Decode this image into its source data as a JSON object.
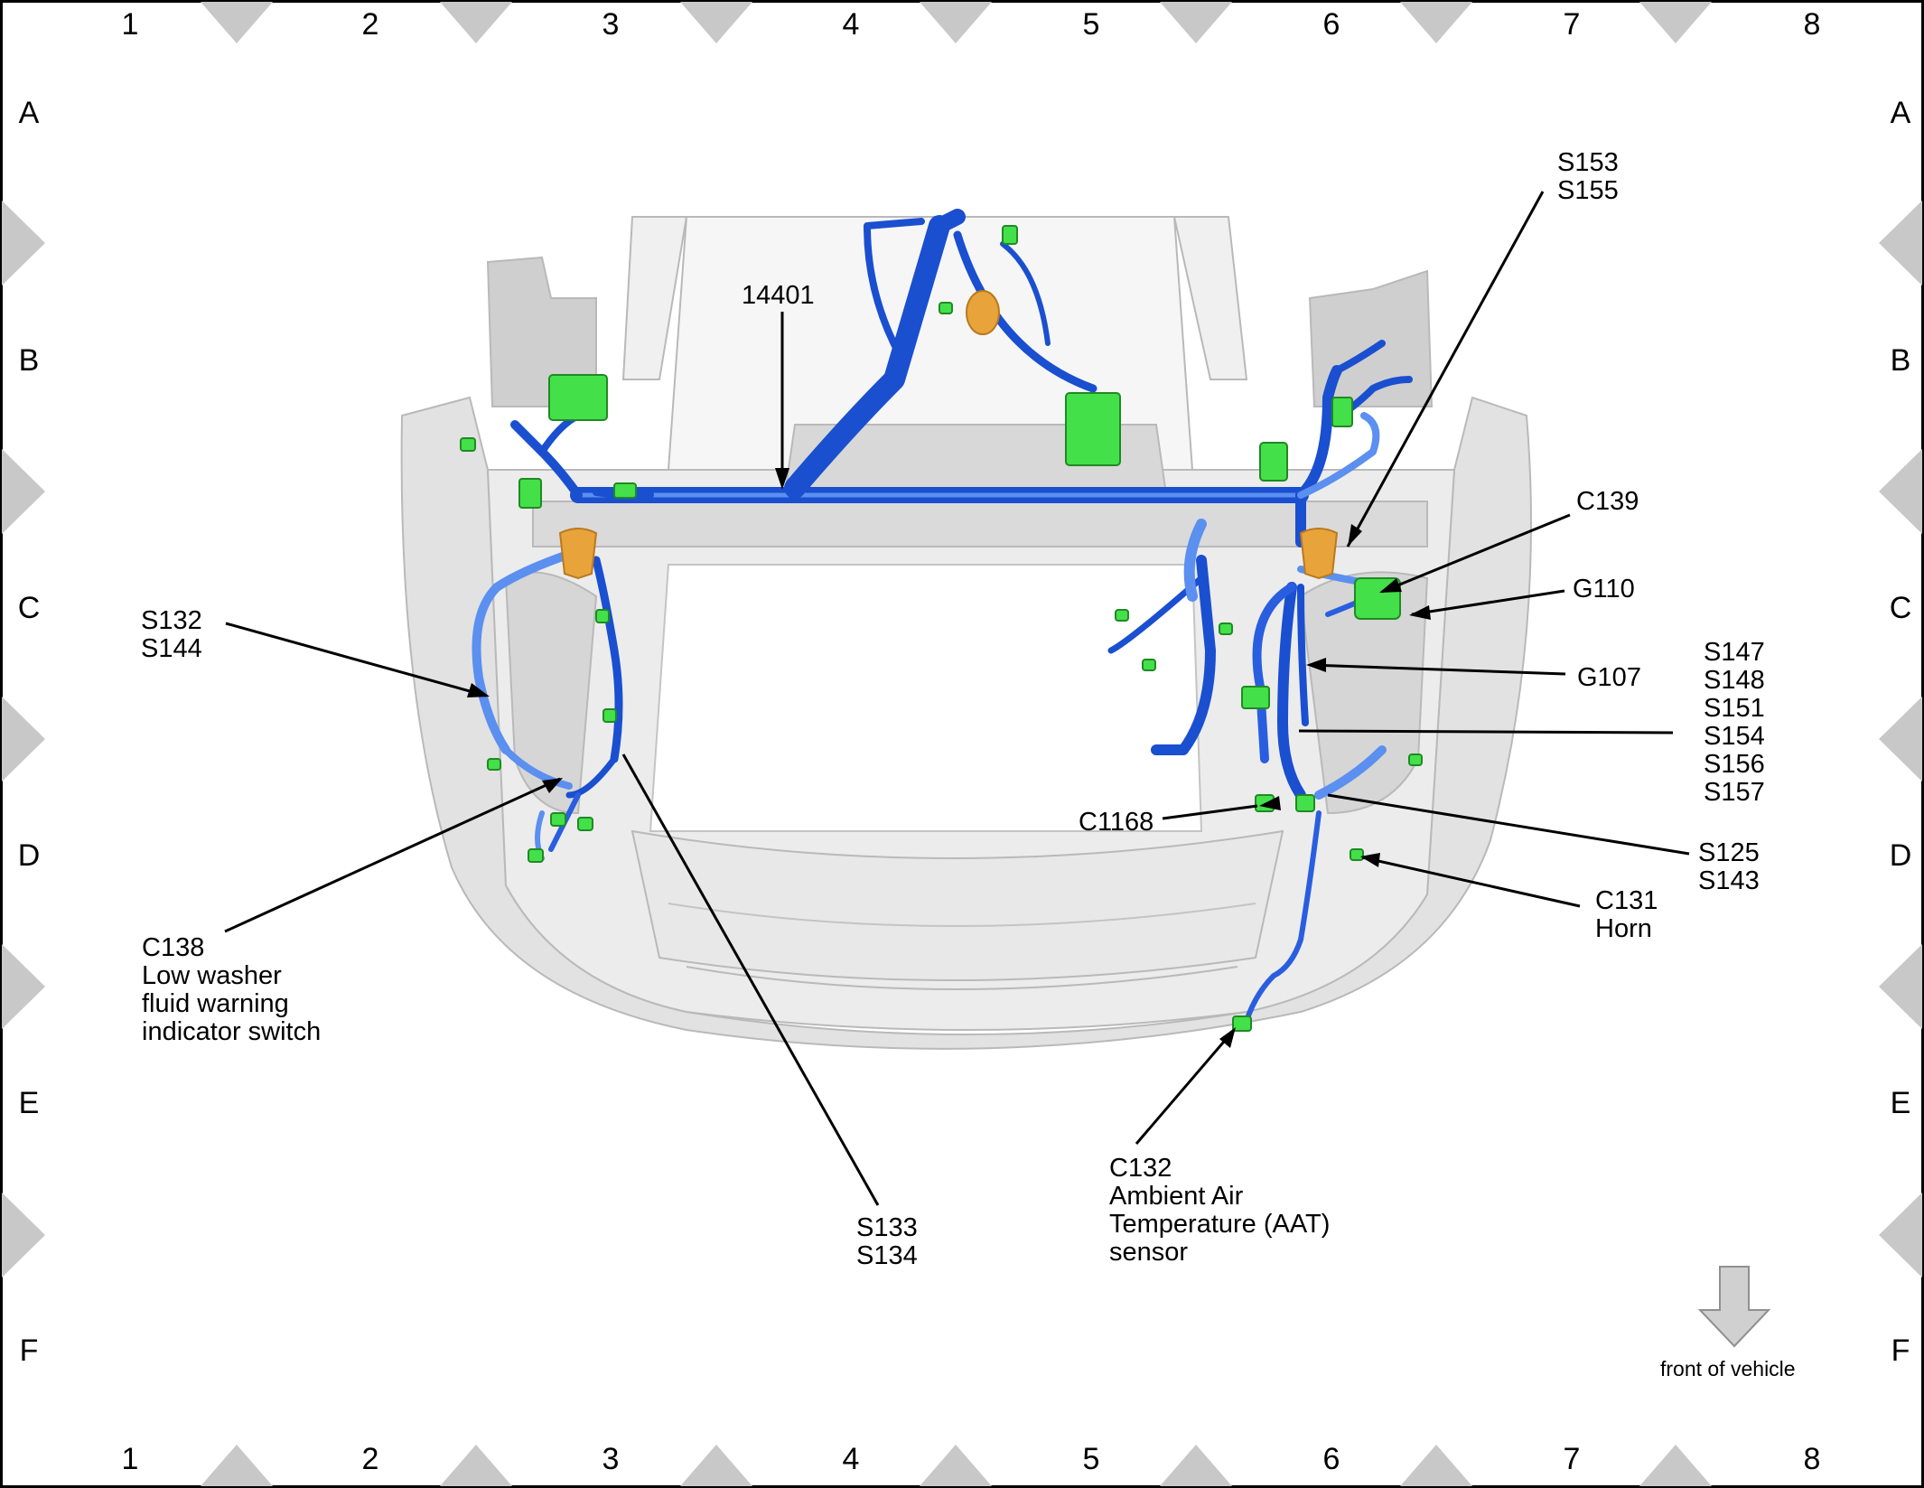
{
  "grid": {
    "columns": [
      "1",
      "2",
      "3",
      "4",
      "5",
      "6",
      "7",
      "8"
    ],
    "rows": [
      "A",
      "B",
      "C",
      "D",
      "E",
      "F"
    ]
  },
  "callouts": {
    "c14401": "14401",
    "s153": "S153\nS155",
    "c139": "C139",
    "g110": "G110",
    "s132": "S132\nS144",
    "g107": "G107",
    "s147": "S147\nS148\nS151\nS154\nS156\nS157",
    "c1168": "C1168",
    "s125": "S125\nS143",
    "c131": "C131\nHorn",
    "c138": "C138\nLow washer\nfluid warning\nindicator switch",
    "s133": "S133\nS134",
    "c132": "C132\nAmbient Air\nTemperature (AAT)\nsensor"
  },
  "legend": {
    "front_label": "front of vehicle",
    "arrow_icon": "down-arrow-icon"
  },
  "colors": {
    "harness": "#1a4fd0",
    "harness_light": "#5b8ff0",
    "connector": "#44e04a",
    "splice": "#e8a33a",
    "body": "#d9d9d9",
    "frame_marker": "#c8c8c8"
  }
}
